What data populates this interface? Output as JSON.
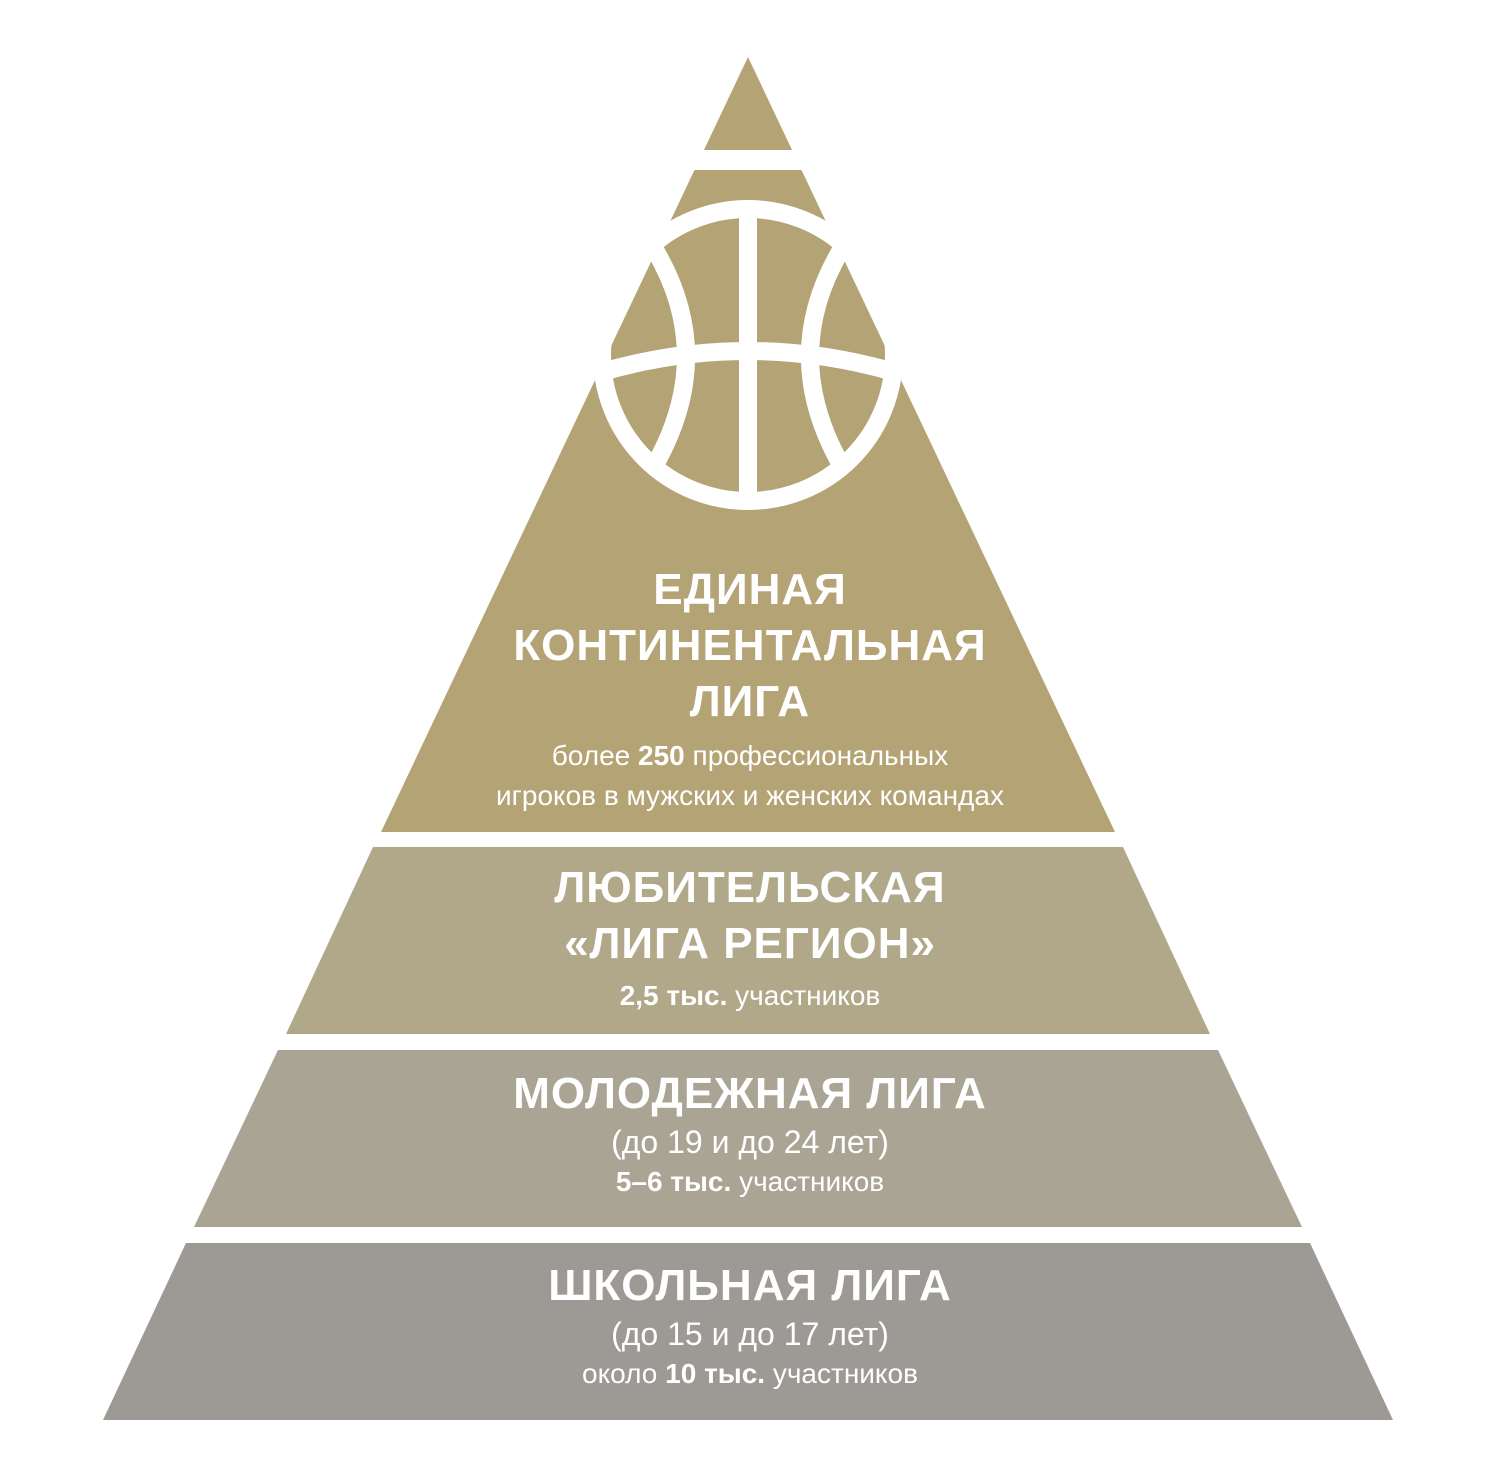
{
  "colors": {
    "tier_1": "#b4a374",
    "tier_2": "#b1a789",
    "tier_3": "#a9a494",
    "tier_4": "#9d9994",
    "text": "#ffffff",
    "ball_lines": "#ffffff"
  },
  "icons": {
    "ball": "basketball-icon"
  },
  "tiers": [
    {
      "title_lines": [
        "ЕДИНАЯ",
        "КОНТИНЕНТАЛЬНАЯ",
        "ЛИГА"
      ],
      "line1": {
        "pre": "более ",
        "num": "250",
        "post": " профессиональных"
      },
      "line2": "игроков в мужских и женских командах"
    },
    {
      "title_lines": [
        "ЛЮБИТЕЛЬСКАЯ",
        "«ЛИГА РЕГИОН»"
      ],
      "stat": {
        "pre": "",
        "num": "2,5 тыс.",
        "post": " участников"
      }
    },
    {
      "title_lines": [
        "МОЛОДЕЖНАЯ ЛИГА"
      ],
      "age": "(до 19 и до 24 лет)",
      "stat": {
        "pre": "",
        "num": "5–6 тыс.",
        "post": " участников"
      }
    },
    {
      "title_lines": [
        "ШКОЛЬНАЯ ЛИГА"
      ],
      "age": "(до 15 и до 17 лет)",
      "stat": {
        "pre": "около ",
        "num": "10 тыс.",
        "post": " участников"
      }
    }
  ]
}
